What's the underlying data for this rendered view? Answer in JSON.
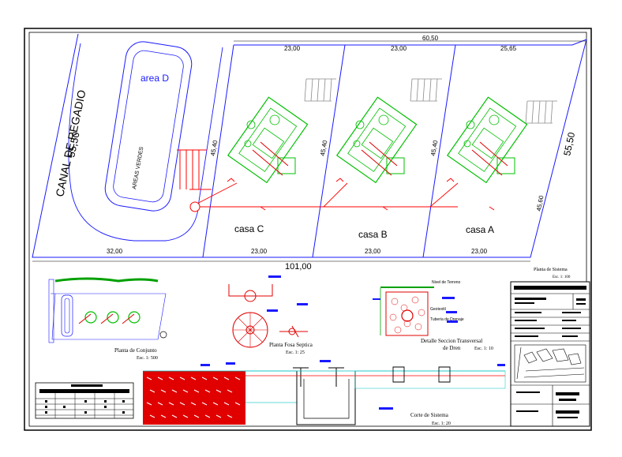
{
  "site_plan": {
    "canal_label": "CANAL DE REGADIO",
    "area_label": "area D",
    "green_area_label": "AREAS VERDES",
    "houses": [
      {
        "name": "casa C"
      },
      {
        "name": "casa B"
      },
      {
        "name": "casa A"
      }
    ],
    "dimensions": {
      "top_total": "60,50",
      "top_c": "23,00",
      "top_b": "23,00",
      "top_a": "25,65",
      "left_side": "55,50",
      "right_side": "55,50",
      "bottom_left": "32,00",
      "bottom_c": "23,00",
      "bottom_b": "23,00",
      "bottom_a": "23,00",
      "bottom_total": "101,00",
      "depth_c": "45,40",
      "depth_b": "45,40",
      "depth_a": "45,40",
      "depth_right": "45,60"
    }
  },
  "details": {
    "conjunto_title": "Planta de Conjunto",
    "conjunto_scale": "Esc. 1: 500",
    "fosa_title": "Planta Fosa Septica",
    "fosa_scale": "Esc. 1: 25",
    "dren_title": "Detalle Seccion Transversal",
    "dren_title_2": "de Dren",
    "dren_scale": "Esc. 1: 10",
    "dren_labels": [
      "Nivel de Terreno",
      "Geotextil",
      "Tuberia de Drenaje"
    ],
    "sistema_title": "Planta de Sistema",
    "sistema_scale": "Esc. 1: 100",
    "corte_title": "Corte de Sistema",
    "corte_scale": "Esc. 1: 20"
  },
  "colors": {
    "plan_lines": "#1a1aff",
    "house": "#00c000",
    "pipe": "#ff0000",
    "hatch": "#e00000",
    "frame": "#000000"
  }
}
